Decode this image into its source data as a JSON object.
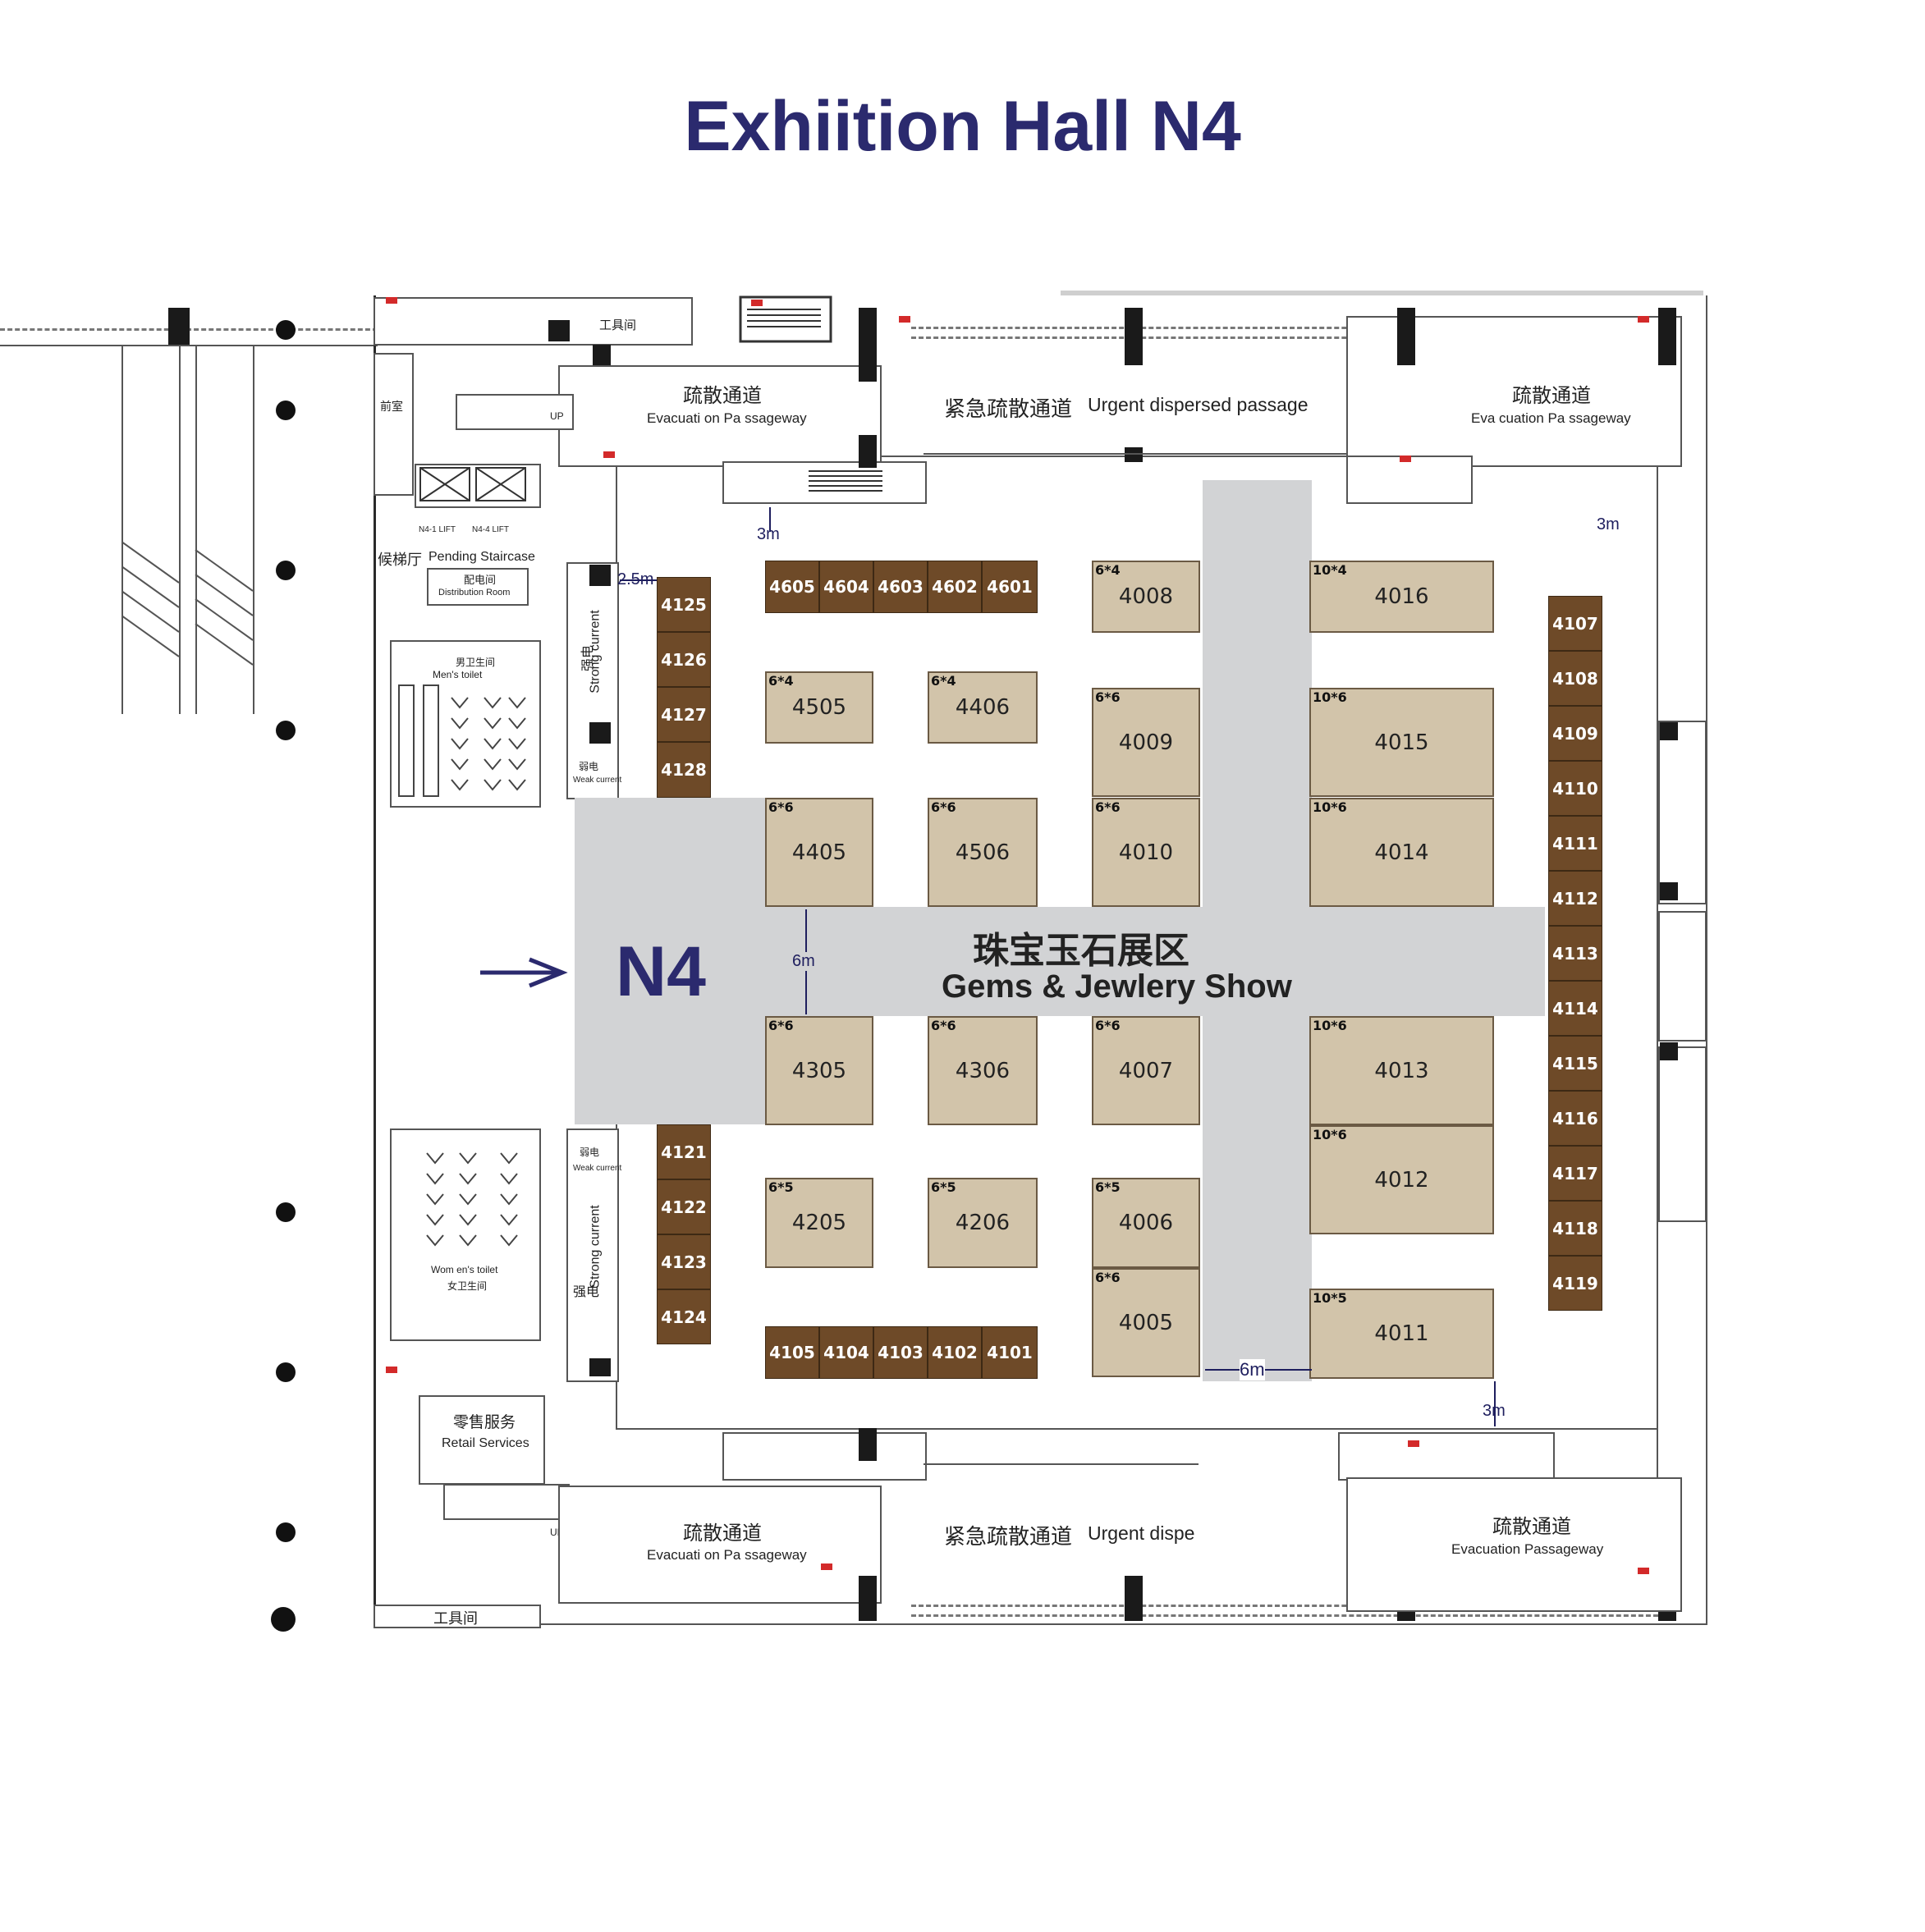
{
  "title": "Exhiition Hall N4",
  "hall_code": "N4",
  "zone": {
    "cn": "珠宝玉石展区",
    "en": "Gems & Jewlery Show"
  },
  "passages": {
    "top_center_cn": "紧急疏散通道",
    "top_center_en": "Urgent dispersed passage",
    "bottom_center_cn": "紧急疏散通道",
    "bottom_center_en": "Urgent dispe",
    "evac_cn": "疏散通道",
    "evac_top_left_en": "Evacuati on Pa ssageway",
    "evac_top_right_en": "Eva cuation Pa ssageway",
    "evac_bottom_left_en": "Evacuati on Pa ssageway",
    "evac_bottom_right_en": "Evacuation Passageway"
  },
  "facilities": {
    "tool_room_cn": "工具间",
    "ante_room_cn": "前室",
    "pending_staircase_cn": "候梯厅",
    "pending_staircase_en": "Pending Staircase",
    "distribution_cn": "配电间",
    "distribution_en": "Distribution Room",
    "mens_toilet_cn": "男卫生间",
    "mens_toilet_en": "Men's toilet",
    "womens_toilet_en": "Wom en's toilet",
    "womens_toilet_cn": "女卫生间",
    "strong_current_cn": "强电",
    "strong_current_en": "Strong current",
    "weak_current_cn": "弱电",
    "weak_current_en": "Weak current",
    "retail_cn": "零售服务",
    "retail_en": "Retail Services",
    "lift_1": "N4-1 LIFT",
    "lift_2": "N4-4 LIFT",
    "up": "UP"
  },
  "dimensions": {
    "d_3m_top": "3m",
    "d_3m_right": "3m",
    "d_3m_bottom": "3m",
    "d_25m": "2.5m",
    "d_6m_v": "6m",
    "d_6m_h": "6m"
  },
  "booths": {
    "b4008": {
      "id": "4008",
      "size": "6*4"
    },
    "b4016": {
      "id": "4016",
      "size": "10*4"
    },
    "b4505": {
      "id": "4505",
      "size": "6*4"
    },
    "b4406": {
      "id": "4406",
      "size": "6*4"
    },
    "b4009": {
      "id": "4009",
      "size": "6*6"
    },
    "b4015": {
      "id": "4015",
      "size": "10*6"
    },
    "b4405": {
      "id": "4405",
      "size": "6*6"
    },
    "b4506": {
      "id": "4506",
      "size": "6*6"
    },
    "b4010": {
      "id": "4010",
      "size": "6*6"
    },
    "b4014": {
      "id": "4014",
      "size": "10*6"
    },
    "b4305": {
      "id": "4305",
      "size": "6*6"
    },
    "b4306": {
      "id": "4306",
      "size": "6*6"
    },
    "b4007": {
      "id": "4007",
      "size": "6*6"
    },
    "b4013": {
      "id": "4013",
      "size": "10*6"
    },
    "b4012": {
      "id": "4012",
      "size": "10*6"
    },
    "b4205": {
      "id": "4205",
      "size": "6*5"
    },
    "b4206": {
      "id": "4206",
      "size": "6*5"
    },
    "b4006": {
      "id": "4006",
      "size": "6*5"
    },
    "b4005": {
      "id": "4005",
      "size": "6*6"
    },
    "b4011": {
      "id": "4011",
      "size": "10*5"
    }
  },
  "small_booths": {
    "top_row": [
      "4605",
      "4604",
      "4603",
      "4602",
      "4601"
    ],
    "bottom_row": [
      "4105",
      "4104",
      "4103",
      "4102",
      "4101"
    ],
    "left_upper": [
      "4125",
      "4126",
      "4127",
      "4128"
    ],
    "left_lower": [
      "4121",
      "4122",
      "4123",
      "4124"
    ],
    "right_column": [
      "4107",
      "4108",
      "4109",
      "4110",
      "4111",
      "4112",
      "4113",
      "4114",
      "4115",
      "4116",
      "4117",
      "4118",
      "4119"
    ]
  }
}
